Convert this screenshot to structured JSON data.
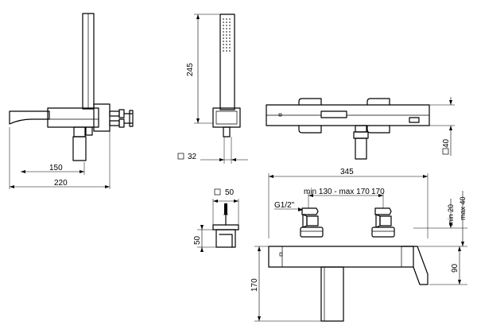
{
  "dimensions": {
    "side_view": {
      "d150": "150",
      "d220": "220"
    },
    "hand_shower": {
      "d245": "245",
      "d32": "32"
    },
    "top_view": {
      "d40": "40"
    },
    "connector": {
      "d50_width": "50",
      "d50_height": "50"
    },
    "front_view": {
      "d345": "345",
      "centers": "min 130 - max 170",
      "d170_right": "170",
      "thread": "G1/2\"",
      "min20": "min 20",
      "max40": "max 40",
      "d90": "90",
      "d170_height": "170"
    }
  }
}
